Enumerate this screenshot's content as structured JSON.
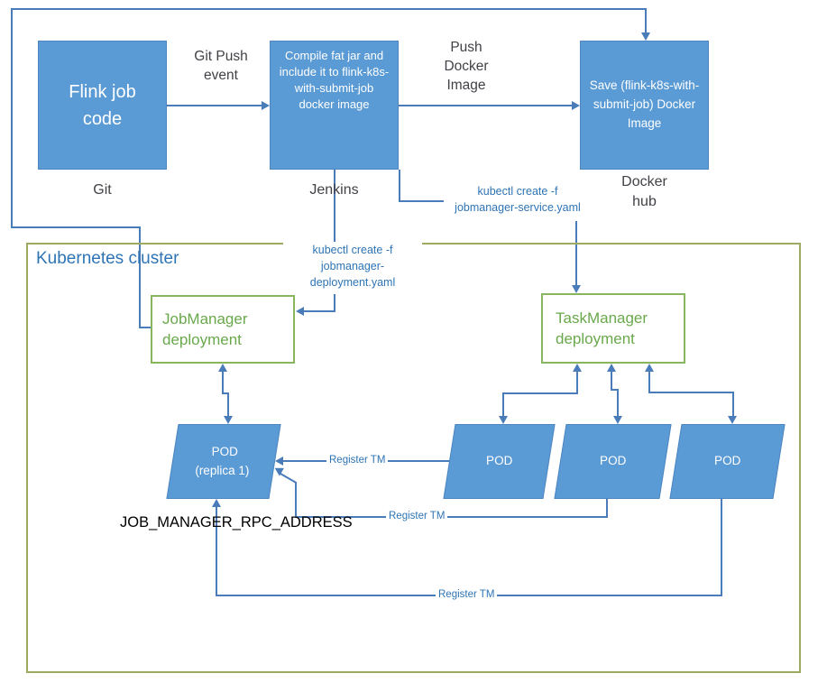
{
  "nodes": {
    "flink": "Flink job code",
    "compile": "Compile fat jar and include it to flink-k8s-with-submit-job docker image",
    "save": "Save (flink-k8s-with-submit-job) Docker Image",
    "jobmanager": [
      "JobManager",
      "deployment"
    ],
    "taskmanager": [
      "TaskManager",
      "deployment"
    ],
    "pod_replica": [
      "POD",
      "(replica 1)"
    ],
    "pods": [
      "POD",
      "POD",
      "POD"
    ]
  },
  "captions": {
    "git": "Git",
    "jenkins": "Jenkins",
    "docker_hub": [
      "Docker",
      "hub"
    ]
  },
  "edge_labels": {
    "git_push": [
      "Git Push",
      "event"
    ],
    "push_docker": [
      "Push",
      "Docker",
      "Image"
    ],
    "kubectl_service": [
      "kubectl create -f",
      "jobmanager-service.yaml"
    ],
    "kubectl_deployment": [
      "kubectl create -f",
      "jobmanager-deployment.yaml"
    ],
    "register_tm": "Register TM",
    "rpc_address": "JOB_MANAGER_RPC_ADDRESS"
  },
  "cluster_title": "Kubernetes cluster",
  "colors": {
    "node_fill": "#5b9bd5",
    "connector": "#4a7cba",
    "blue_label": "#2e74b5",
    "green_text": "#6aa84c",
    "green_border": "#8ab55f",
    "cluster_border": "#9cab61",
    "caption_text": "#414147"
  }
}
